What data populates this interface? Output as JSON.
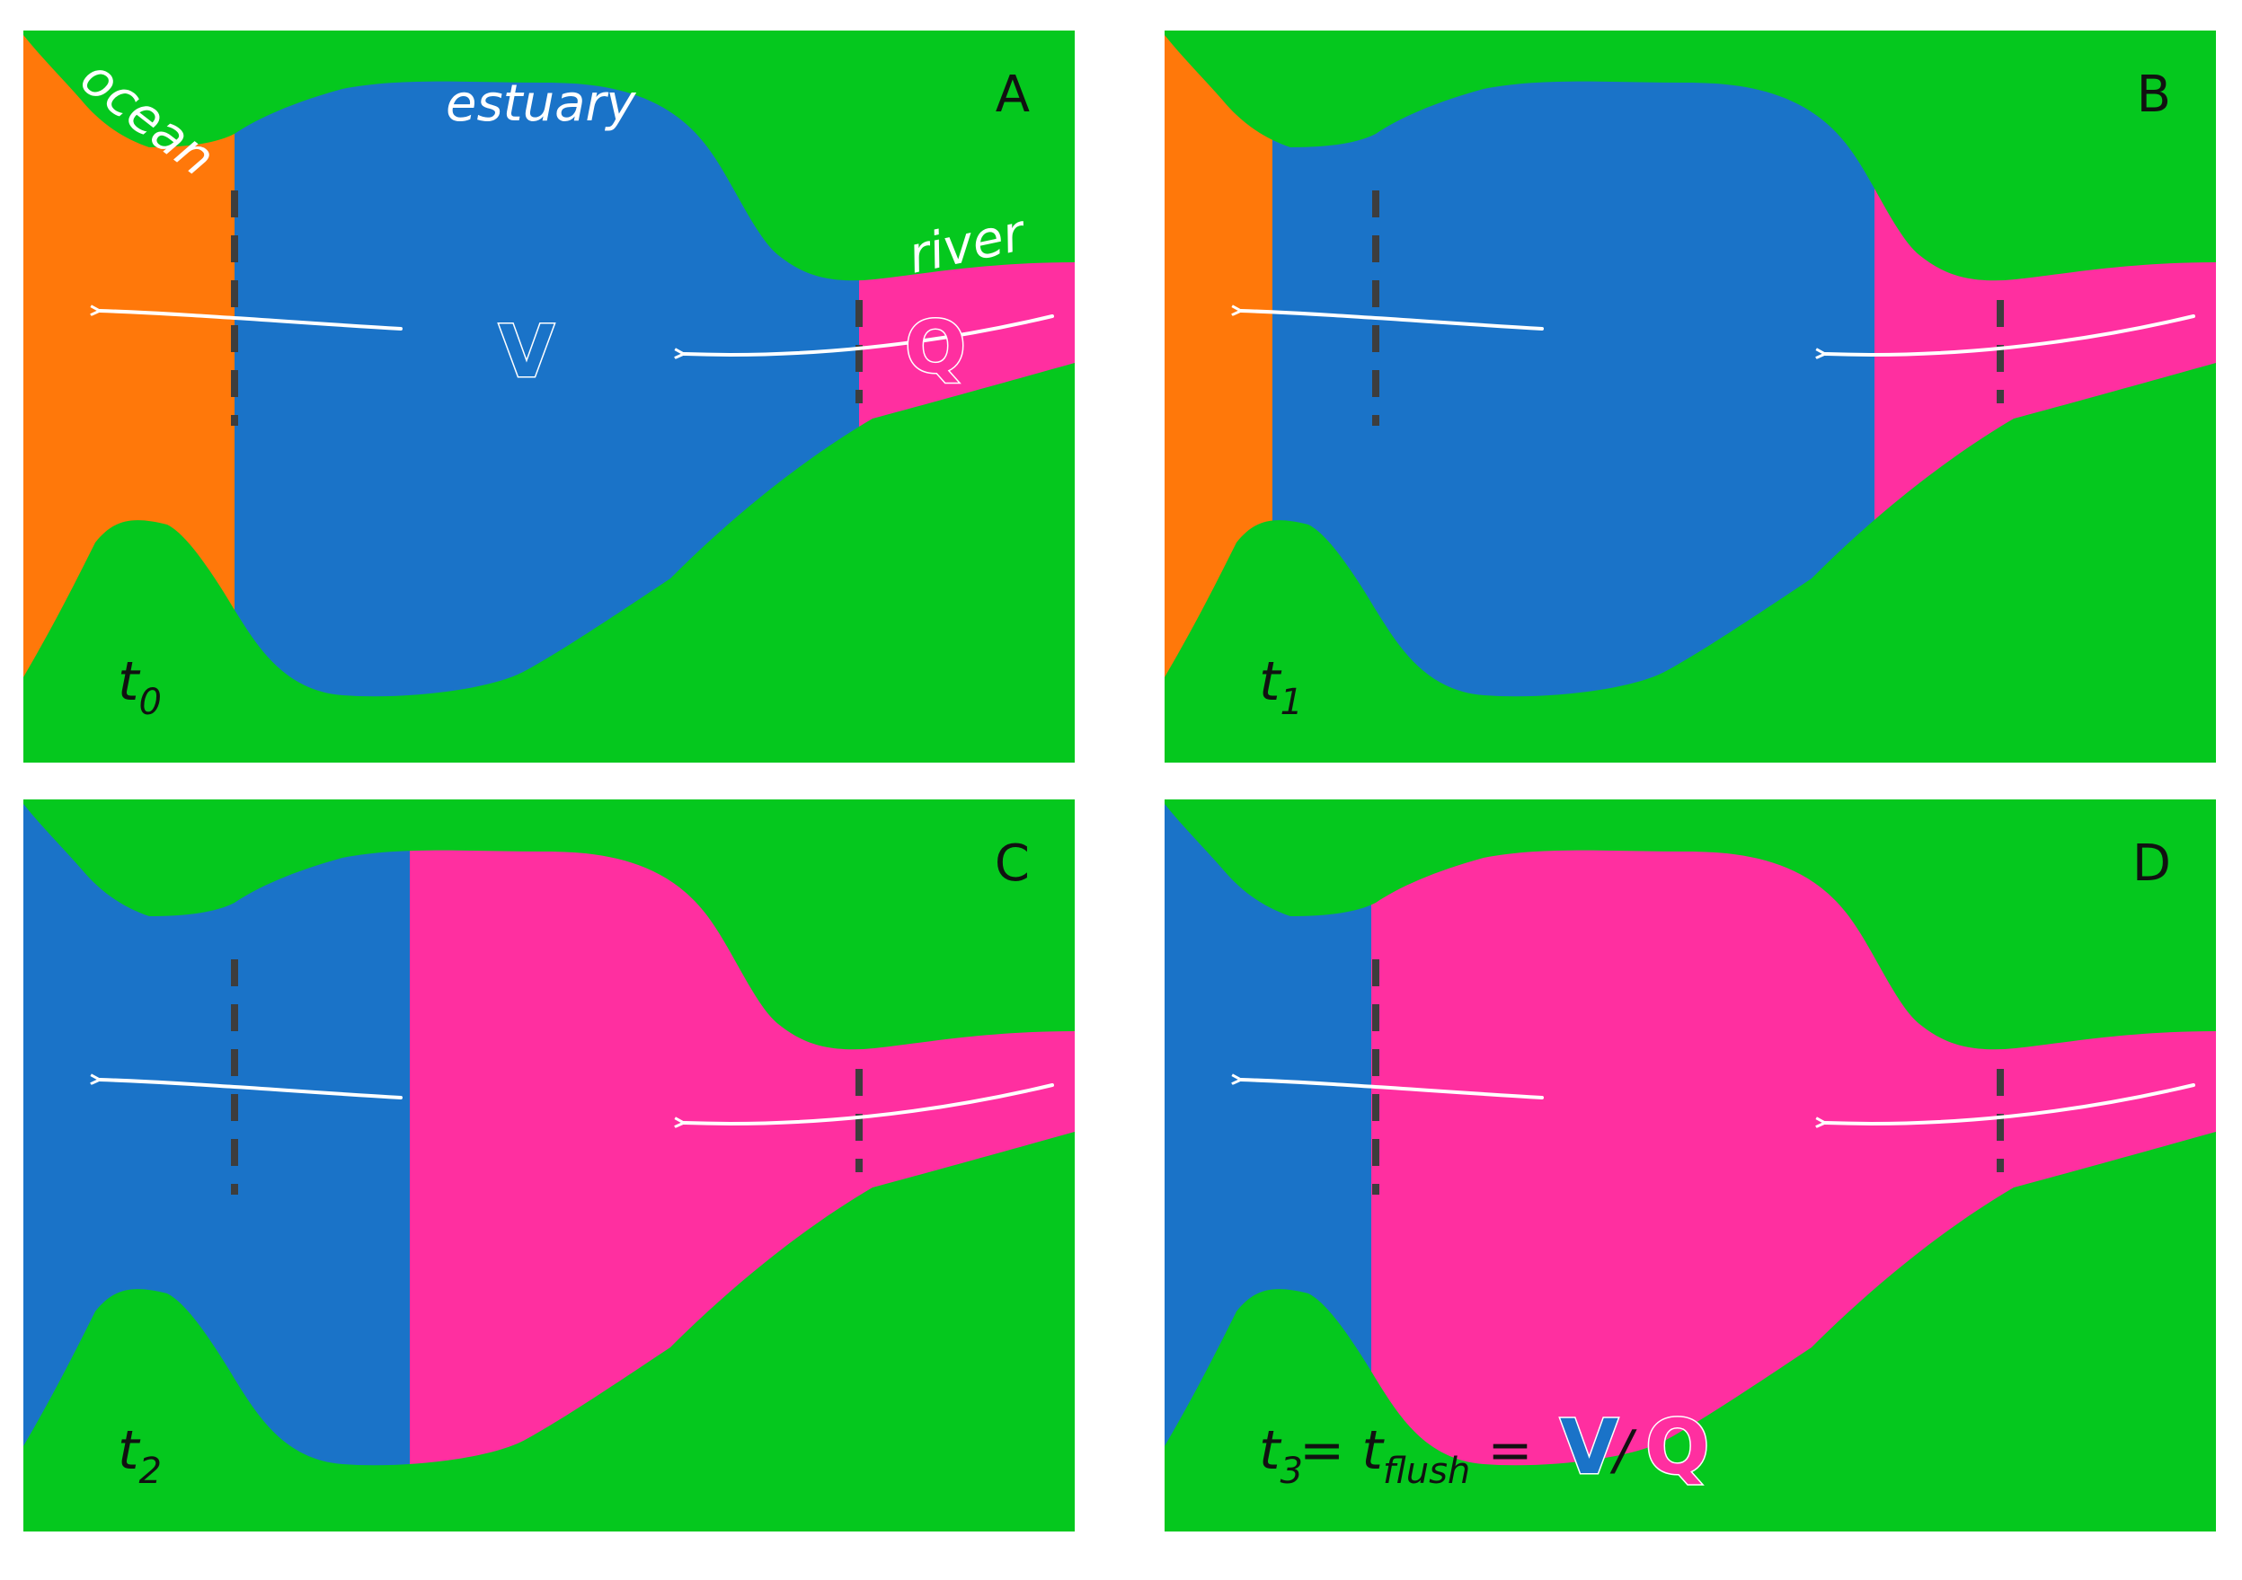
{
  "colors": {
    "land": "#05c81e",
    "ocean": "#ff780a",
    "estuary_water": "#1a73c8",
    "river_water": "#ff2fa0",
    "arrow": "#ffffff",
    "boundary": "#3d3d3d"
  },
  "labels": {
    "ocean": "ocean",
    "estuary": "estuary",
    "river": "river",
    "volume_symbol": "V",
    "flow_symbol": "Q"
  },
  "panels": [
    {
      "letter": "A",
      "time": "t",
      "time_sub": "0"
    },
    {
      "letter": "B",
      "time": "t",
      "time_sub": "1"
    },
    {
      "letter": "C",
      "time": "t",
      "time_sub": "2"
    },
    {
      "letter": "D",
      "time": "t",
      "time_sub": "3"
    }
  ],
  "formula": {
    "eq1": " = ",
    "lhs2": "t",
    "lhs2_sub": "flush",
    "eq2": " = ",
    "V": "V",
    "slash": "/",
    "Q": "Q"
  }
}
